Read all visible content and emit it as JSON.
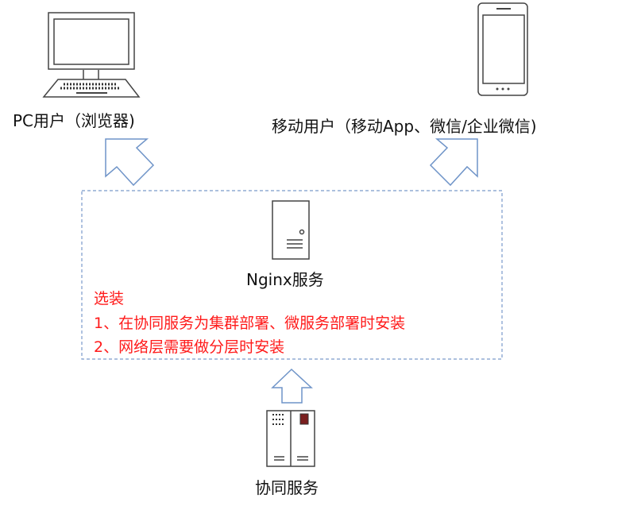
{
  "pc_user": {
    "label": "PC用户（浏览器)",
    "icon": "desktop-computer-icon"
  },
  "mobile_user": {
    "label": "移动用户（移动App、微信/企业微信)",
    "icon": "smartphone-icon"
  },
  "nginx": {
    "label": "Nginx服务",
    "icon": "server-icon"
  },
  "note": {
    "title": "选装",
    "lines": [
      "1、在协同服务为集群部署、微服务部署时安装",
      "2、网络层需要做分层时安装"
    ],
    "color": "#ff0000"
  },
  "collab": {
    "label": "协同服务",
    "icon": "server-rack-icon"
  },
  "colors": {
    "arrow": "#6f94c8",
    "border": "#7a9acb"
  }
}
